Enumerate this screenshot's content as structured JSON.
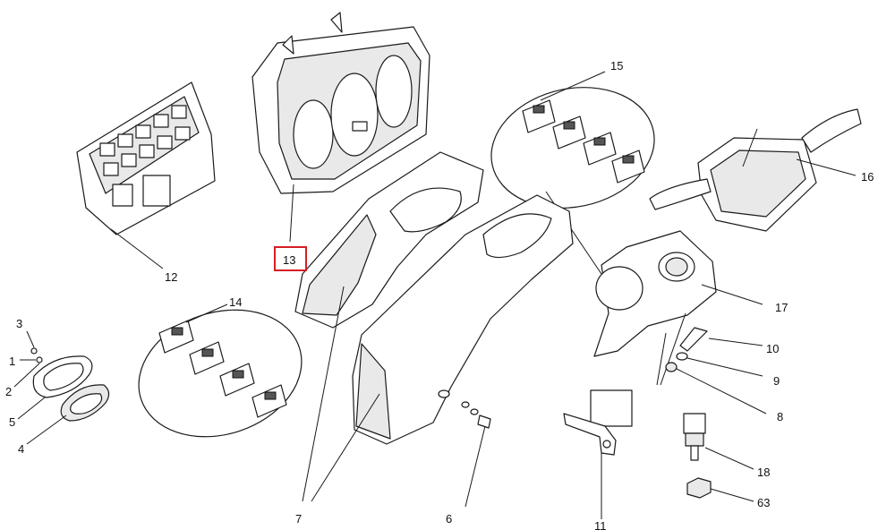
{
  "callouts": {
    "c1": "1",
    "c2": "2",
    "c3": "3",
    "c4": "4",
    "c5": "5",
    "c6": "6",
    "c7": "7",
    "c8": "8",
    "c9": "9",
    "c10": "10",
    "c11": "11",
    "c12": "12",
    "c13": "13",
    "c14": "14",
    "c15": "15",
    "c16": "16",
    "c17": "17",
    "c18": "18",
    "c63": "63"
  },
  "highlight": {
    "selected_callout": "13",
    "box_color": "#d61f26"
  },
  "colors": {
    "line": "#1a1a1a",
    "shade": "#e9e9e9",
    "background": "#ffffff"
  }
}
